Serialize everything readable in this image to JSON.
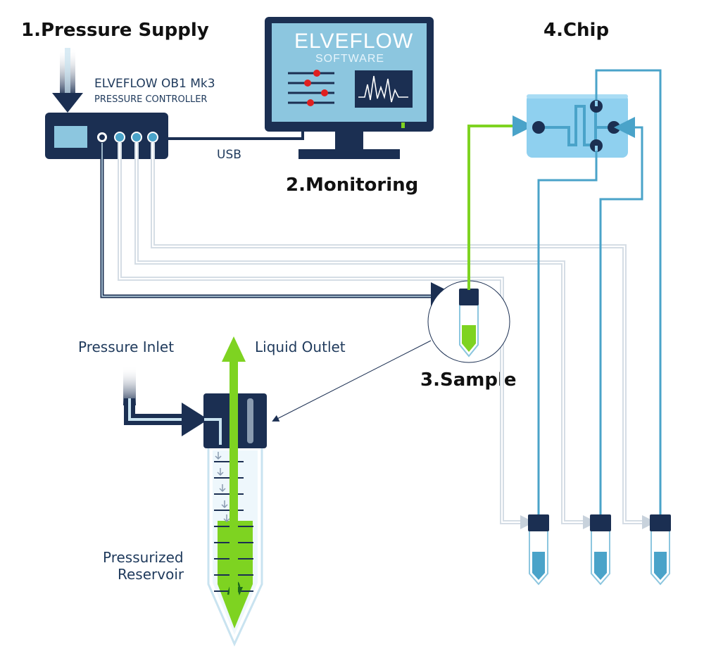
{
  "headings": {
    "pressure_supply": "1.Pressure Supply",
    "monitoring": "2.Monitoring",
    "sample": "3.Sample",
    "chip": "4.Chip"
  },
  "controller": {
    "name": "ELVEFLOW OB1 Mk3",
    "subtitle": "PRESSURE CONTROLLER",
    "connection_label": "USB"
  },
  "software": {
    "title": "ELVEFLOW",
    "subtitle": "SOFTWARE"
  },
  "reservoir": {
    "pressure_inlet": "Pressure Inlet",
    "liquid_outlet": "Liquid Outlet",
    "label_line1": "Pressurized",
    "label_line2": "Reservoir"
  },
  "colors": {
    "navy": "#1b2f52",
    "tube_blue": "#4aa3c9",
    "liquid_green": "#7ed321",
    "screen_blue": "#8cc6df",
    "chip_blue": "#8fd0ef",
    "pale_tube": "#d5dde5"
  }
}
